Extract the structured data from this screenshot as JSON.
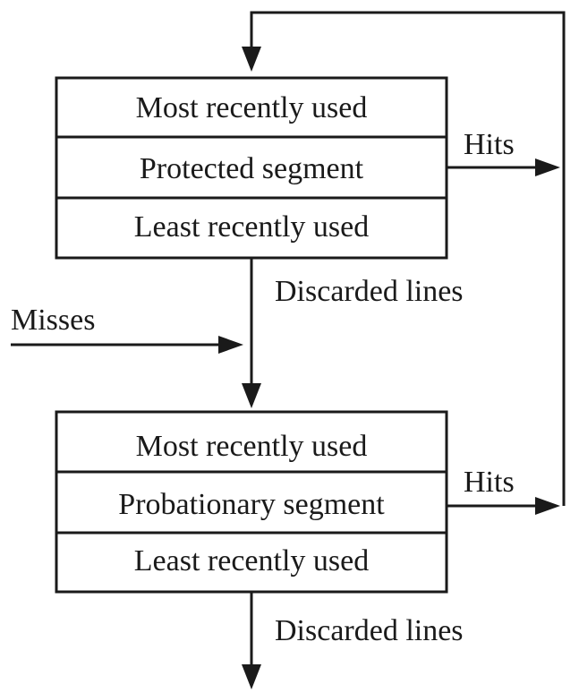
{
  "protected_segment": {
    "rows": [
      "Most recently used",
      "Protected segment",
      "Least recently used"
    ]
  },
  "probationary_segment": {
    "rows": [
      "Most recently used",
      "Probationary segment",
      "Least recently used"
    ]
  },
  "labels": {
    "hits_top": "Hits",
    "hits_bottom": "Hits",
    "discarded_top": "Discarded lines",
    "discarded_bottom": "Discarded lines",
    "misses": "Misses"
  },
  "colors": {
    "ink": "#1a1a1a",
    "background": "#ffffff"
  }
}
